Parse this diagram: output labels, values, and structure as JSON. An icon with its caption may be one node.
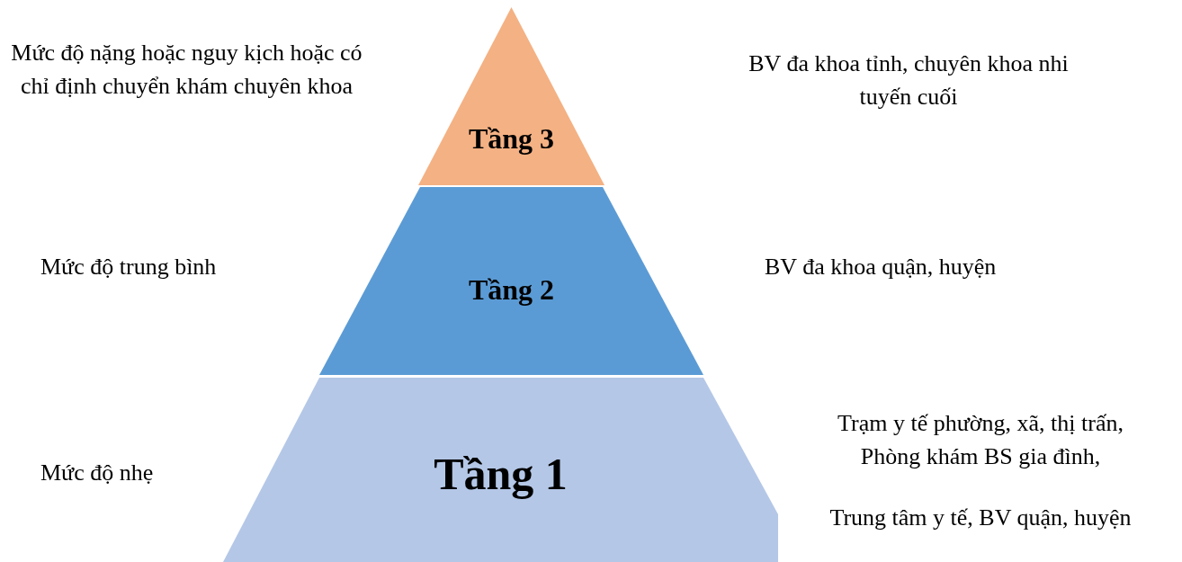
{
  "diagram": {
    "nodes": [
      {
        "text": [
          "Tầng 3"
        ]
      },
      {
        "text": [
          "Tầng 2"
        ]
      },
      {
        "text": [
          "Tầng 1"
        ]
      }
    ],
    "labels": [
      "Mức độ nặng hoặc nguy kịch hoặc có chỉ định chuyển khám chuyên khoa",
      "BV đa khoa tỉnh, chuyên khoa nhi tuyến cuối",
      "Mức độ trung bình",
      "BV đa khoa quận, huyện",
      "Mức độ nhẹ",
      "Trạm y tế phường, xã, thị trấn, Phòng khám BS gia đình,",
      "Trung tâm y tế, BV quận, huyện"
    ]
  }
}
